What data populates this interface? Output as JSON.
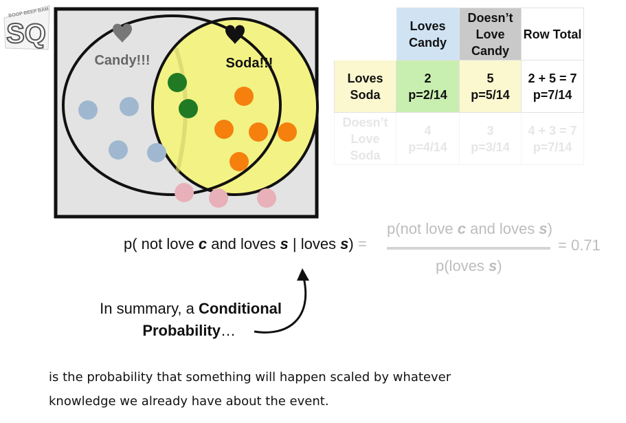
{
  "logo": {
    "top_text": "BOOP BEEP BAM",
    "letters": "SQ"
  },
  "venn": {
    "candy_label": "Candy!!!",
    "soda_label": "Soda!!!",
    "colors": {
      "background": "#e3e3e3",
      "soda_fill": "#f3f285",
      "blue_dot": "#9fb8d0",
      "green_dot": "#1f7a23",
      "orange_dot": "#f5800e",
      "pink_dot": "#e8b0b8",
      "heart_gray": "#777777",
      "heart_black": "#111111"
    },
    "counts": {
      "candy_only": 4,
      "both": 2,
      "soda_only": 5,
      "neither": 3
    }
  },
  "table": {
    "header": {
      "loves_candy": [
        "Loves",
        "Candy"
      ],
      "doesnt_love_candy": [
        "Doesn’t",
        "Love",
        "Candy"
      ],
      "row_total": "Row Total"
    },
    "row_loves_soda": {
      "label": [
        "Loves",
        "Soda"
      ],
      "loves_candy": [
        "2",
        "p=2/14"
      ],
      "doesnt_love_candy": [
        "5",
        "p=5/14"
      ],
      "total": [
        "2 + 5 = 7",
        "p=7/14"
      ]
    },
    "row_doesnt_love_soda": {
      "label": [
        "Doesn’t",
        "Love",
        "Soda"
      ],
      "loves_candy": [
        "4",
        "p=4/14"
      ],
      "doesnt_love_candy": [
        "3",
        "p=3/14"
      ],
      "total": [
        "4 + 3 = 7",
        "p=7/14"
      ]
    }
  },
  "equation": {
    "lhs": {
      "p": "p(",
      "t1": " not love ",
      "c": "c",
      "t2": " and loves ",
      "s1": "s",
      "t3": " | loves ",
      "s2": "s",
      "t4": ")",
      "eq": " ="
    },
    "numerator": {
      "p": "p(not love ",
      "c": "c",
      "t": " and loves ",
      "s": "s",
      "close": ")"
    },
    "denominator": {
      "p": "p(loves ",
      "s": "s",
      "close": ")"
    },
    "result": "= 0.71"
  },
  "summary": {
    "line1_plain": "In summary, a ",
    "line1_bold": "Conditional",
    "line2_bold": "Probability",
    "line2_plain": "…"
  },
  "caption": {
    "line1": "is the probability that something will happen scaled by whatever",
    "line2": "knowledge we already have about the event."
  }
}
